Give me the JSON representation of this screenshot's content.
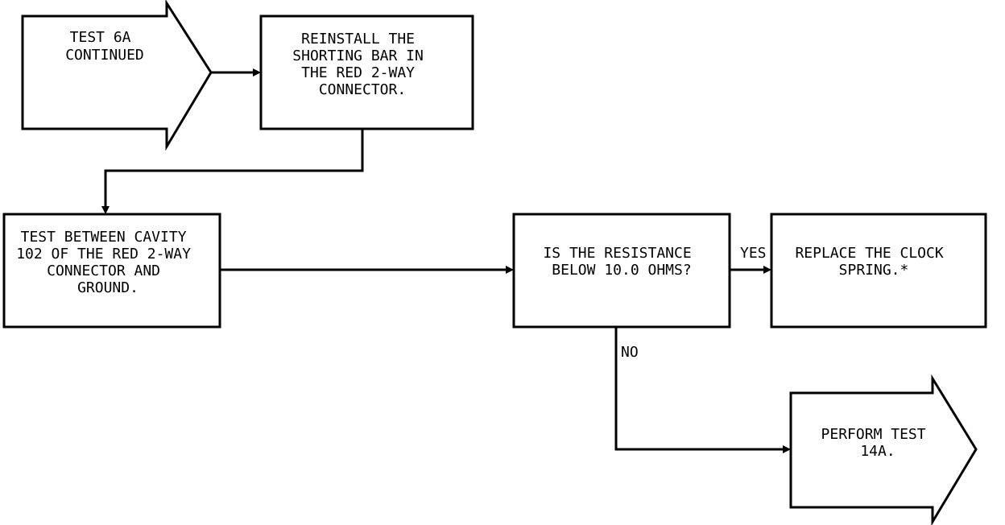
{
  "nodes": {
    "start": {
      "lines": [
        "TEST 6A",
        "CONTINUED"
      ]
    },
    "reinstall": {
      "lines": [
        "REINSTALL THE",
        "SHORTING BAR IN",
        "THE RED 2-WAY",
        "CONNECTOR."
      ]
    },
    "test_between": {
      "lines": [
        "TEST BETWEEN CAVITY",
        "102 OF THE RED 2-WAY",
        "CONNECTOR AND",
        "GROUND."
      ]
    },
    "question": {
      "lines": [
        "IS THE RESISTANCE",
        "BELOW 10.0 OHMS?"
      ]
    },
    "replace": {
      "lines": [
        "REPLACE THE CLOCK",
        "SPRING.*"
      ]
    },
    "perform": {
      "lines": [
        "PERFORM TEST",
        "14A."
      ]
    }
  },
  "edges": {
    "yes_label": "YES",
    "no_label": "NO"
  }
}
